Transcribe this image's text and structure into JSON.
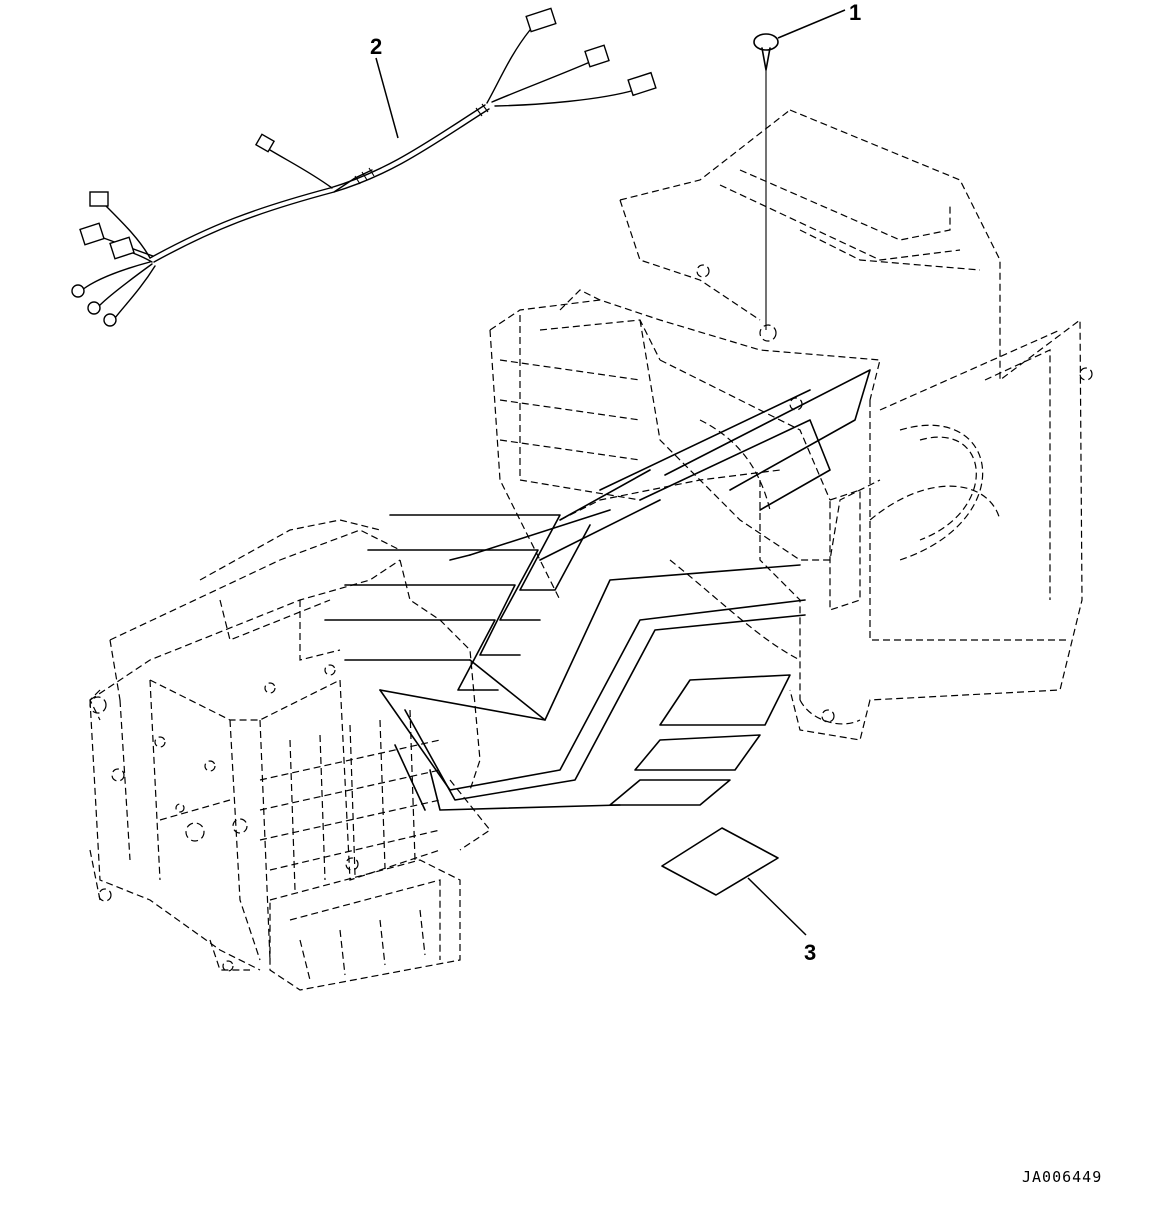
{
  "figure": {
    "code": "JA006449",
    "callouts": [
      {
        "id": "1",
        "label": "1"
      },
      {
        "id": "2",
        "label": "2"
      },
      {
        "id": "3",
        "label": "3"
      }
    ],
    "colors": {
      "line": "#000000",
      "background": "#ffffff"
    }
  }
}
